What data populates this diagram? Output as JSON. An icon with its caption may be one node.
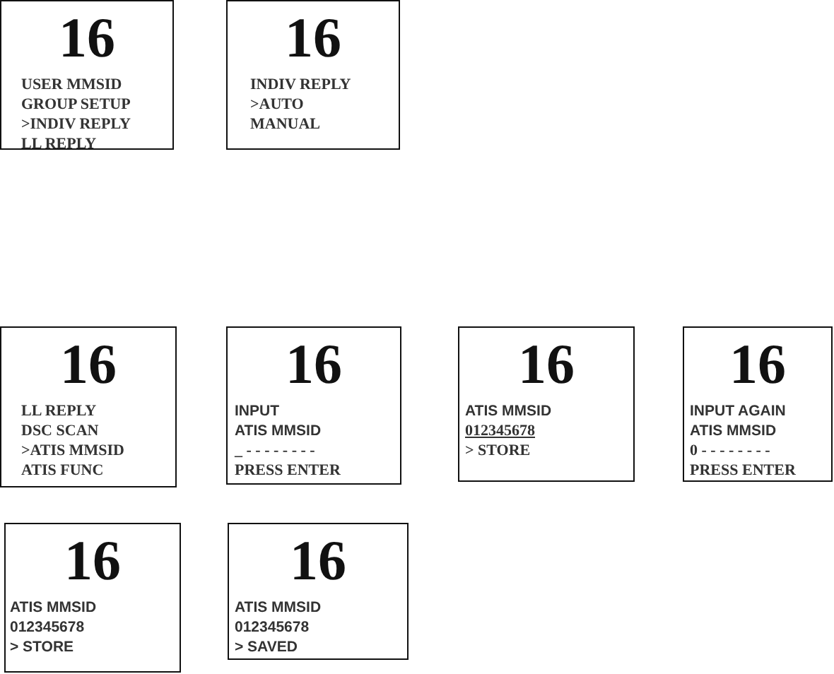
{
  "diagram": {
    "nodes": [
      {
        "text": [
          "16",
          "USER MMSID",
          "GROUP SETUP",
          ">INDIV REPLY",
          "LL REPLY"
        ]
      },
      {
        "text": [
          "16",
          "INDIV REPLY",
          ">AUTO",
          "MANUAL"
        ]
      },
      {
        "text": [
          "16",
          "LL REPLY",
          "DSC SCAN",
          ">ATIS MMSID",
          "ATIS FUNC"
        ]
      },
      {
        "text": [
          "16",
          "INPUT",
          "ATIS MMSID",
          "_ - - - - - - - -",
          "PRESS ENTER"
        ]
      },
      {
        "text": [
          "16",
          "ATIS MMSID",
          "012345678",
          "> STORE"
        ]
      },
      {
        "text": [
          "16",
          "INPUT AGAIN",
          "ATIS MMSID",
          "0 - - - - - - - -",
          "PRESS ENTER"
        ]
      },
      {
        "text": [
          "16",
          "ATIS MMSID",
          "012345678",
          "> STORE"
        ]
      },
      {
        "text": [
          "16",
          "ATIS MMSID",
          "012345678",
          "> SAVED"
        ]
      }
    ]
  }
}
